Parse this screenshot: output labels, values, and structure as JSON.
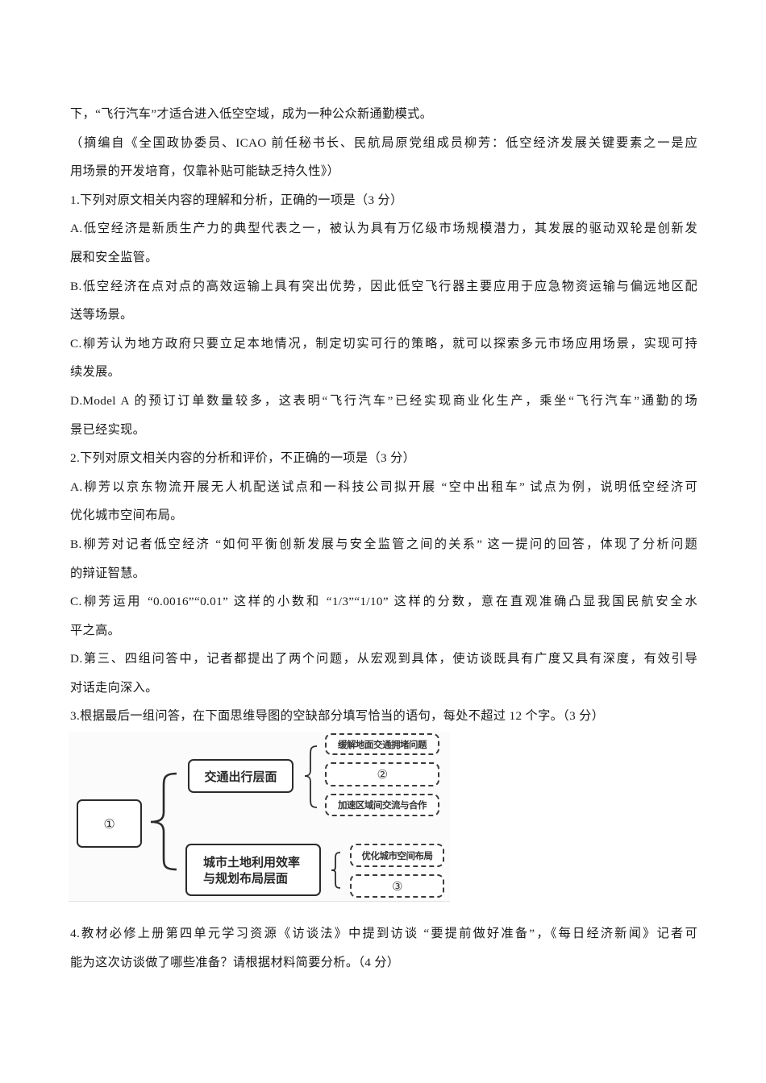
{
  "passage": {
    "closing_line": "下，“飞行汽车”才适合进入低空空域，成为一种公众新通勤模式。",
    "source_line1": "（摘编自《全国政协委员、ICAO 前任秘书长、民航局原党组成员柳芳：低空经济发展关键要素之一是应",
    "source_line2": "用场景的开发培育，仅靠补贴可能缺乏持久性》）"
  },
  "questions": [
    {
      "stem": "1.下列对原文相关内容的理解和分析，正确的一项是（3 分）",
      "options": [
        {
          "line1": "A.低空经济是新质生产力的典型代表之一，被认为具有万亿级市场规模潜力，其发展的驱动双轮是创新发",
          "line2": "展和安全监管。"
        },
        {
          "line1": "B.低空经济在点对点的高效运输上具有突出优势，因此低空飞行器主要应用于应急物资运输与偏远地区配",
          "line2": "送等场景。"
        },
        {
          "line1": "C.柳芳认为地方政府只要立足本地情况，制定切实可行的策略，就可以探索多元市场应用场景，实现可持",
          "line2": "续发展。"
        },
        {
          "line1": "D.Model A 的预订订单数量较多，这表明“飞行汽车”已经实现商业化生产，乘坐“飞行汽车”通勤的场",
          "line2": "景已经实现。"
        }
      ]
    },
    {
      "stem": "2.下列对原文相关内容的分析和评价，不正确的一项是（3 分）",
      "options": [
        {
          "line1": "A.柳芳以京东物流开展无人机配送试点和一科技公司拟开展 “空中出租车” 试点为例，说明低空经济可",
          "line2": "优化城市空间布局。"
        },
        {
          "line1": "B.柳芳对记者低空经济 “如何平衡创新发展与安全监管之间的关系” 这一提问的回答，体现了分析问题",
          "line2": "的辩证智慧。"
        },
        {
          "line1": "C.柳芳运用 “0.0016”“0.01” 这样的小数和 “1/3”“1/10” 这样的分数，意在直观准确凸显我国民航安全水",
          "line2": "平之高。"
        },
        {
          "line1": "D.第三、四组问答中，记者都提出了两个问题，从宏观到具体，使访谈既具有广度又具有深度，有效引导",
          "line2": "对话走向深入。"
        }
      ]
    },
    {
      "stem": "3.根据最后一组问答，在下面思维导图的空缺部分填写恰当的语句，每处不超过 12 个字。（3 分）"
    },
    {
      "line1": "4.教材必修上册第四单元学习资源《访谈法》中提到访谈 “要提前做好准备”，《每日经济新闻》记者可",
      "line2": "能为这次访谈做了哪些准备？请根据材料简要分析。（4 分）"
    }
  ],
  "mind_map": {
    "root": "①",
    "branches": [
      {
        "label": "交通出行层面",
        "leaves": [
          "缓解地面交通拥堵问题",
          "②",
          "加速区域间交流与合作"
        ]
      },
      {
        "label_line1": "城市土地利用效率",
        "label_line2": "与规划布局层面",
        "leaves": [
          "优化城市空间布局",
          "③"
        ]
      }
    ]
  }
}
